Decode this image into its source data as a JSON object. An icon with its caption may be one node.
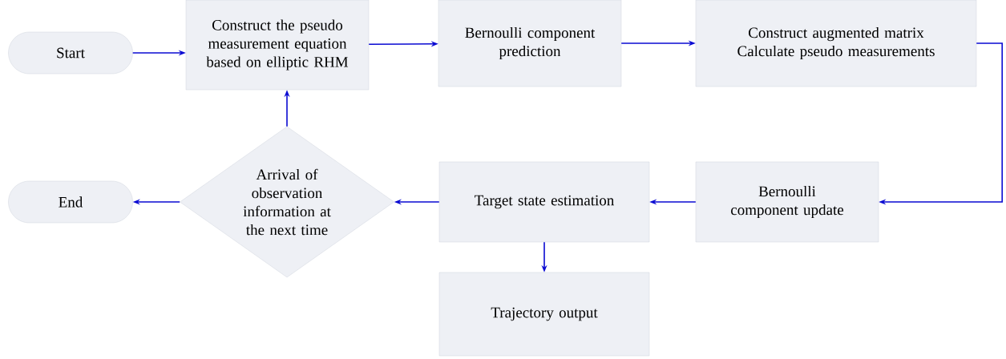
{
  "diagram": {
    "nodes": [
      {
        "text": [
          "Start"
        ]
      },
      {
        "text": [
          "Construct the pseudo measurement equation based on elliptic RHM"
        ]
      },
      {
        "text": [
          "Bernoulli component prediction"
        ]
      },
      {
        "text": [
          "Construct augmented matrix",
          "Calculate pseudo measurements"
        ]
      },
      {
        "text": [
          "Bernoulli component update"
        ]
      },
      {
        "text": [
          "Target state estimation"
        ]
      },
      {
        "text": [
          "Arrival of observation information at the next time"
        ]
      },
      {
        "text": [
          "End"
        ]
      },
      {
        "text": [
          "Trajectory output"
        ]
      }
    ],
    "edges": [
      {
        "from": 0,
        "to": 1,
        "arrow": "to"
      },
      {
        "from": 1,
        "to": 2,
        "arrow": "to"
      },
      {
        "from": 2,
        "to": 3,
        "arrow": "to"
      },
      {
        "from": 3,
        "to": 4,
        "arrow": "to"
      },
      {
        "from": 4,
        "to": 5,
        "arrow": "to"
      },
      {
        "from": 5,
        "to": 6,
        "arrow": "to"
      },
      {
        "from": 6,
        "to": 7,
        "arrow": "to"
      },
      {
        "from": 6,
        "to": 1,
        "arrow": "to"
      },
      {
        "from": 5,
        "to": 8,
        "arrow": "to"
      }
    ]
  }
}
